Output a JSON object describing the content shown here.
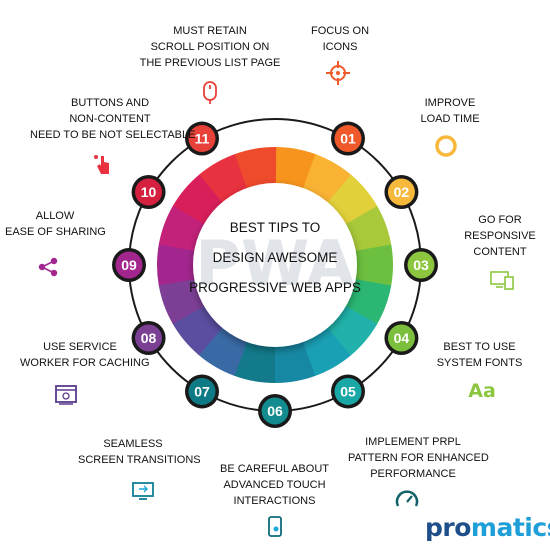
{
  "center": {
    "line1": "BEST TIPS TO",
    "line2": "DESIGN AWESOME",
    "line3": "PROGRESSIVE WEB APPS",
    "watermark": "PWA"
  },
  "tips": [
    {
      "number": "01",
      "lines": [
        "FOCUS ON",
        "ICONS"
      ],
      "color": "#f0592a",
      "icon": "crosshair-icon"
    },
    {
      "number": "02",
      "lines": [
        "IMPROVE",
        "LOAD TIME"
      ],
      "color": "#f6b93b",
      "icon": "circle-ring-icon"
    },
    {
      "number": "03",
      "lines": [
        "GO FOR",
        "RESPONSIVE",
        "CONTENT"
      ],
      "color": "#8cc63f",
      "icon": "responsive-devices-icon"
    },
    {
      "number": "04",
      "lines": [
        "BEST TO USE",
        "SYSTEM FONTS"
      ],
      "color": "#7cbf3c",
      "icon": "font-icon",
      "icon_text": "Aa"
    },
    {
      "number": "05",
      "lines": [
        "IMPLEMENT PRPL",
        "PATTERN FOR ENHANCED",
        "PERFORMANCE"
      ],
      "color": "#1aa8a6",
      "icon": "speedometer-icon"
    },
    {
      "number": "06",
      "lines": [
        "BE CAREFUL ABOUT",
        "ADVANCED TOUCH",
        "INTERACTIONS"
      ],
      "color": "#128c8f",
      "icon": "touch-phone-icon"
    },
    {
      "number": "07",
      "lines": [
        "SEAMLESS",
        "SCREEN TRANSITIONS"
      ],
      "color": "#0e7a86",
      "icon": "screen-transition-icon"
    },
    {
      "number": "08",
      "lines": [
        "USE SERVICE",
        "WORKER FOR CACHING"
      ],
      "color": "#7b3f94",
      "icon": "cache-worker-icon"
    },
    {
      "number": "09",
      "lines": [
        "ALLOW",
        "EASE OF SHARING"
      ],
      "color": "#a3268f",
      "icon": "share-icon"
    },
    {
      "number": "10",
      "lines": [
        "BUTTONS AND",
        "NON-CONTENT",
        "NEED TO BE NOT SELECTABLE"
      ],
      "color": "#d6203f",
      "icon": "pointer-hand-icon"
    },
    {
      "number": "11",
      "lines": [
        "MUST RETAIN",
        "SCROLL POSITION ON",
        "THE PREVIOUS LIST PAGE"
      ],
      "color": "#e8413a",
      "icon": "mouse-scroll-icon"
    }
  ],
  "brand": {
    "part1": "pro",
    "part2": "matics"
  }
}
